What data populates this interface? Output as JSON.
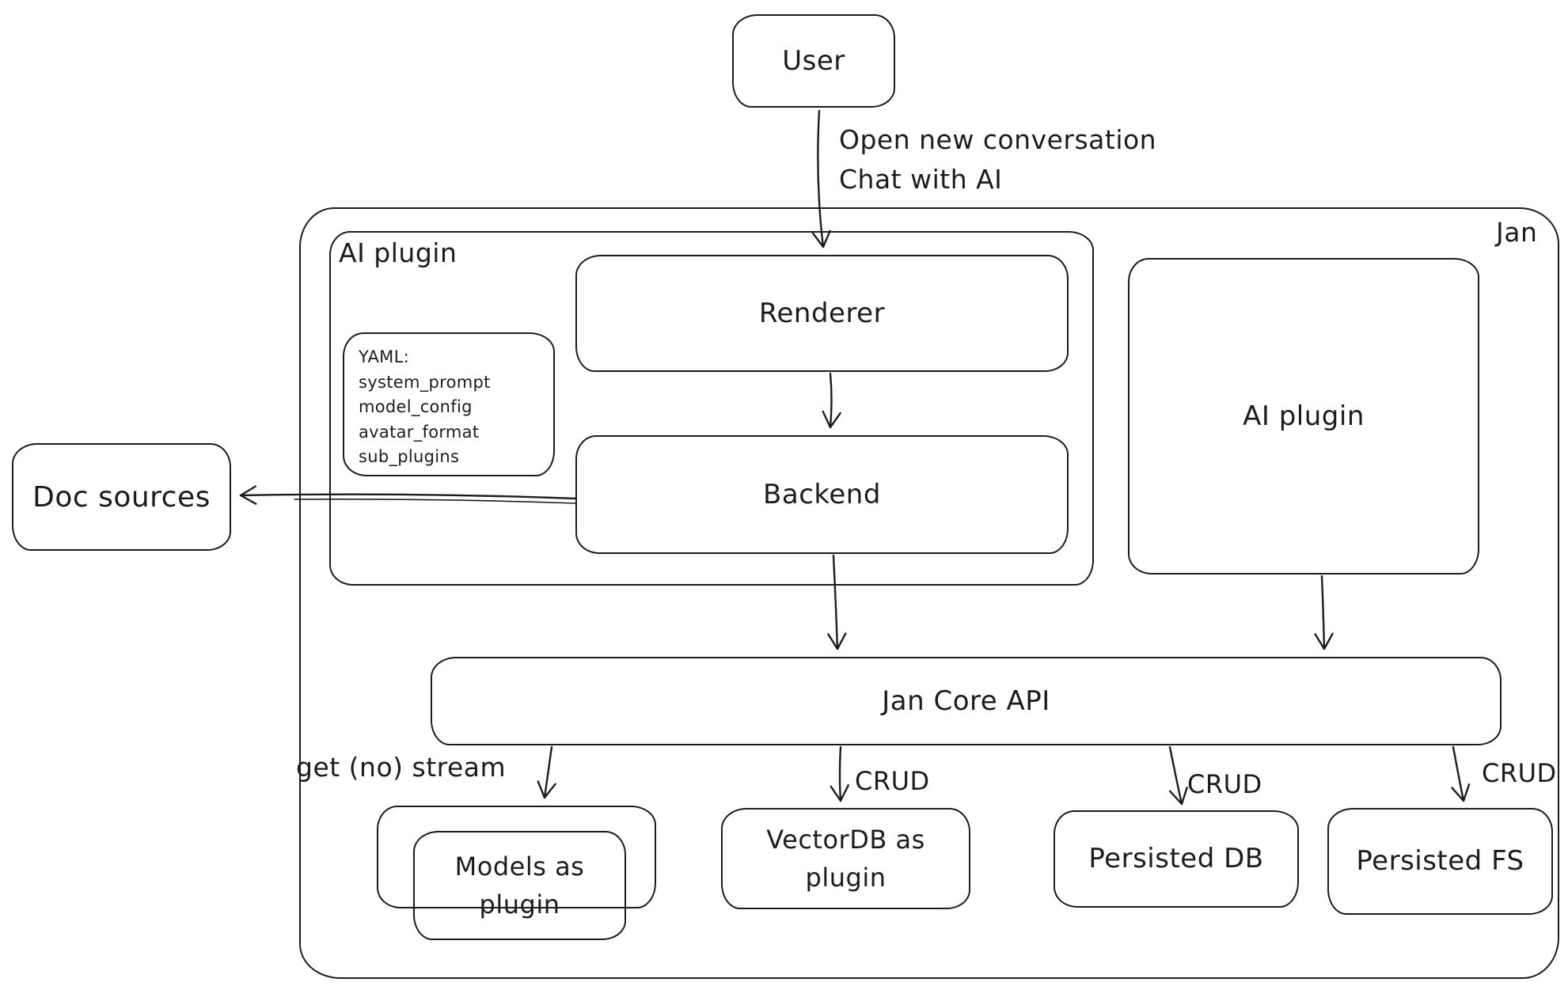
{
  "meta": {
    "stroke_color": "#1c1c1c",
    "background_color": "#ffffff",
    "style": "hand-drawn architecture diagram"
  },
  "diagram": {
    "nodes": {
      "user": "User",
      "jan": "Jan",
      "ai_plugin_left": "AI plugin",
      "renderer": "Renderer",
      "backend": "Backend",
      "doc_sources": "Doc sources",
      "ai_plugin_right": "AI plugin",
      "jan_core_api": "Jan Core API",
      "models_as_plugin": "Models as plugin",
      "vectordb_as_plugin": "VectorDB as plugin",
      "persisted_db": "Persisted DB",
      "persisted_fs": "Persisted FS"
    },
    "yaml_note": {
      "title": "YAML:",
      "lines": [
        "system_prompt",
        "model_config",
        "avatar_format",
        "sub_plugins"
      ]
    },
    "edge_labels": {
      "user_to_renderer_line1": "Open new conversation",
      "user_to_renderer_line2": "Chat with AI",
      "get_no_stream": "get (no) stream",
      "crud_vectordb": "CRUD",
      "crud_persisted_db": "CRUD",
      "crud_persisted_fs": "CRUD"
    }
  }
}
